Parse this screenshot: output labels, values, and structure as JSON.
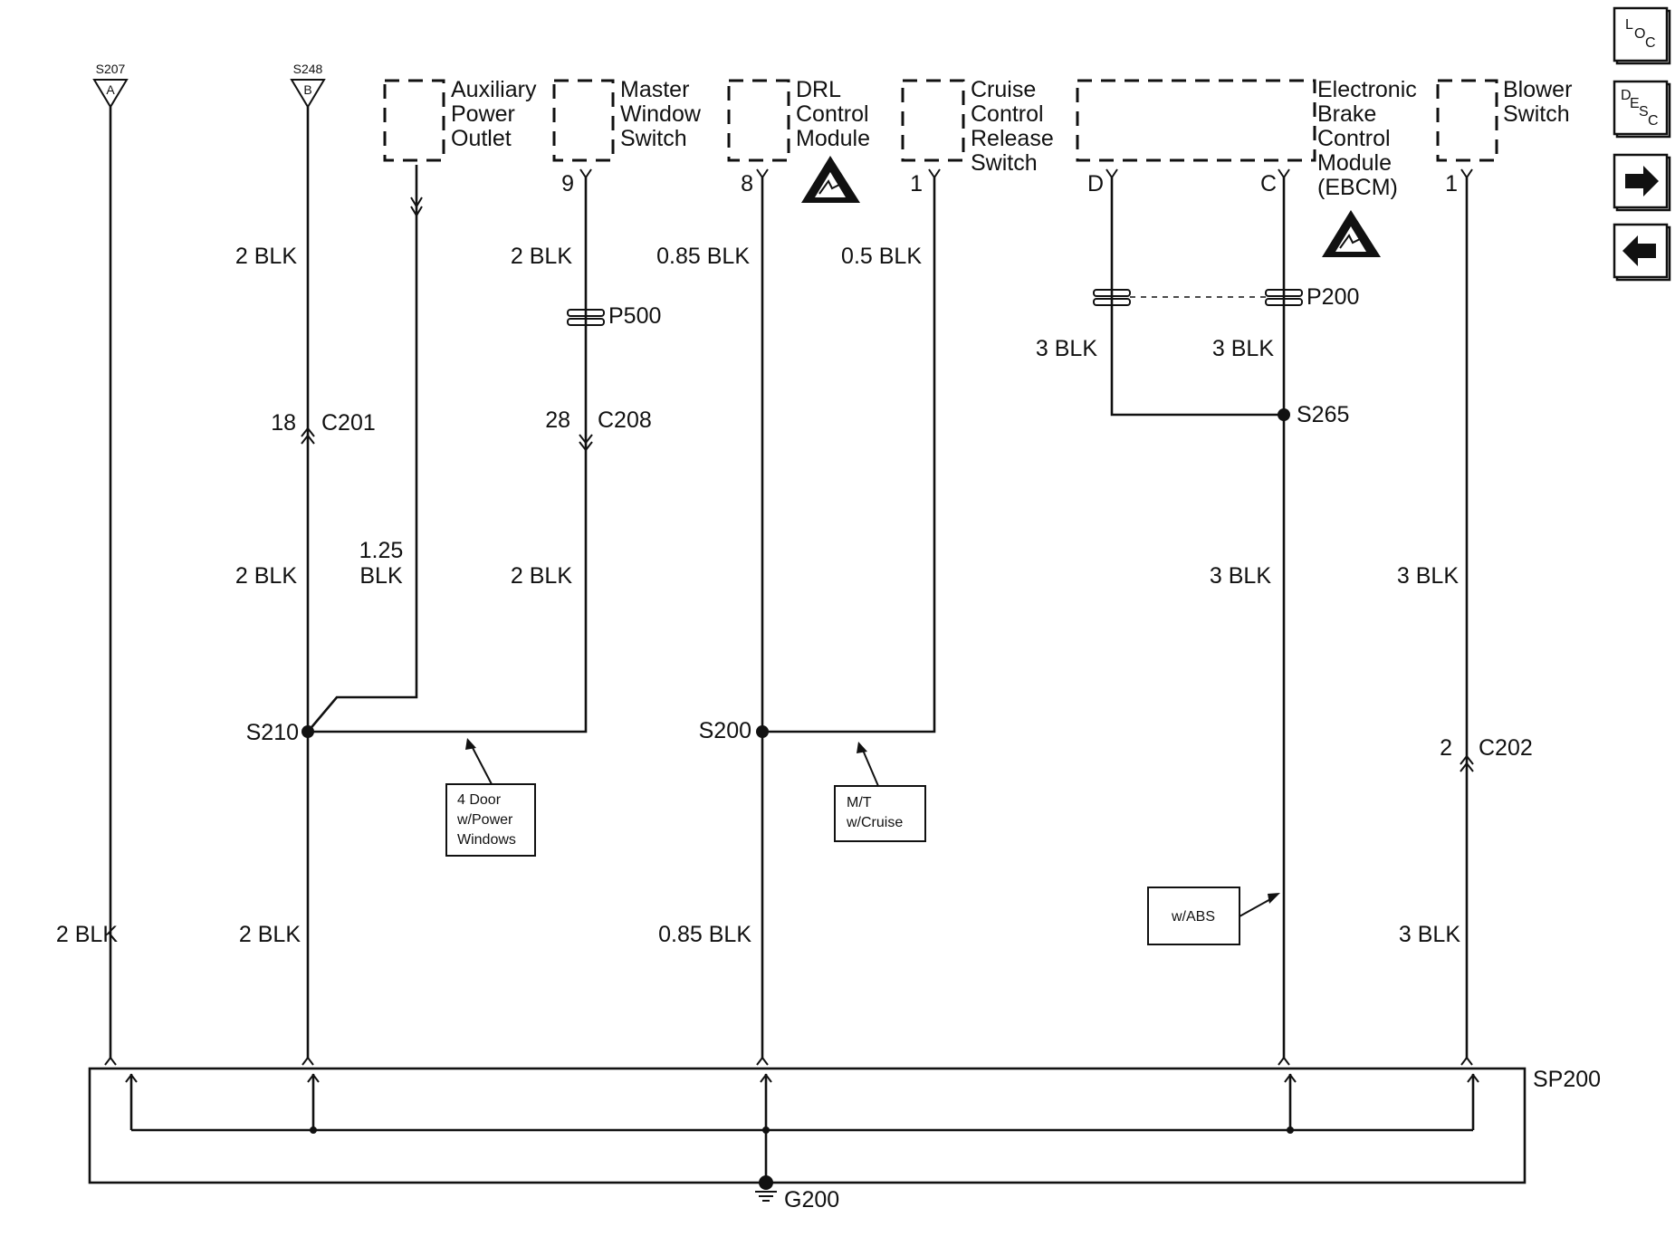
{
  "splices_top": [
    {
      "name": "S207",
      "letter": "A"
    },
    {
      "name": "S248",
      "letter": "B"
    }
  ],
  "components": {
    "aux": [
      "Auxiliary",
      "Power",
      "Outlet"
    ],
    "mws": [
      "Master",
      "Window",
      "Switch"
    ],
    "drl": [
      "DRL",
      "Control",
      "Module"
    ],
    "ccr": [
      "Cruise",
      "Control",
      "Release",
      "Switch"
    ],
    "ebcm": [
      "Electronic",
      "Brake",
      "Control",
      "Module",
      "(EBCM)"
    ],
    "blower": [
      "Blower",
      "Switch"
    ]
  },
  "pins": {
    "mws": "9",
    "drl": "8",
    "ccr": "1",
    "ebcm_d": "D",
    "ebcm_c": "C",
    "blower": "1"
  },
  "wires": {
    "s248_top": "2 BLK",
    "s248_mid": "2 BLK",
    "s248_bot": "2 BLK",
    "s207": "2 BLK",
    "aux": [
      "1.25",
      "BLK"
    ],
    "mws_top": "2 BLK",
    "mws_mid": "2 BLK",
    "drl_top": "0.85 BLK",
    "drl_bot": "0.85 BLK",
    "ccr": "0.5 BLK",
    "ebcm_d": "3 BLK",
    "ebcm_c": "3 BLK",
    "ebcm_mid": "3 BLK",
    "blower_mid": "3 BLK",
    "blower_bot": "3 BLK"
  },
  "connectors": {
    "c201_pin": "18",
    "c201": "C201",
    "c208_pin": "28",
    "c208": "C208",
    "c202_pin": "2",
    "c202": "C202",
    "p500": "P500",
    "p200": "P200"
  },
  "splices": {
    "s210": "S210",
    "s200": "S200",
    "s265": "S265",
    "sp200": "SP200",
    "g200": "G200"
  },
  "notes": {
    "door": [
      "4 Door",
      "w/Power",
      "Windows"
    ],
    "mt": [
      "M/T",
      "w/Cruise"
    ],
    "abs": "w/ABS"
  },
  "nav": {
    "loc": [
      "L",
      "O",
      "C"
    ],
    "desc": [
      "D",
      "E",
      "S",
      "C"
    ],
    "next_icon": "arrow-right-icon",
    "prev_icon": "arrow-left-icon"
  }
}
